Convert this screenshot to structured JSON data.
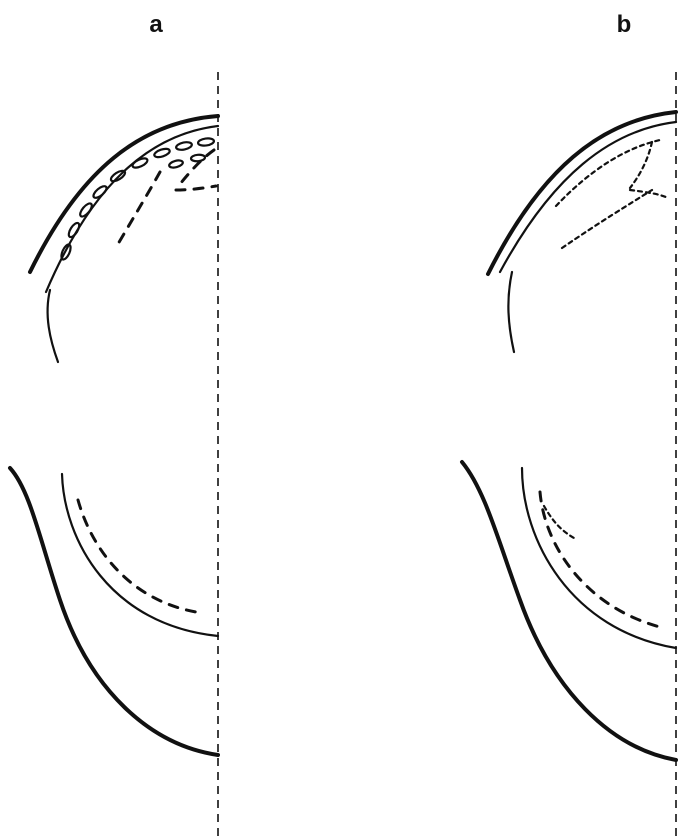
{
  "panels": [
    {
      "id": "a",
      "label": "a"
    },
    {
      "id": "b",
      "label": "b"
    }
  ]
}
